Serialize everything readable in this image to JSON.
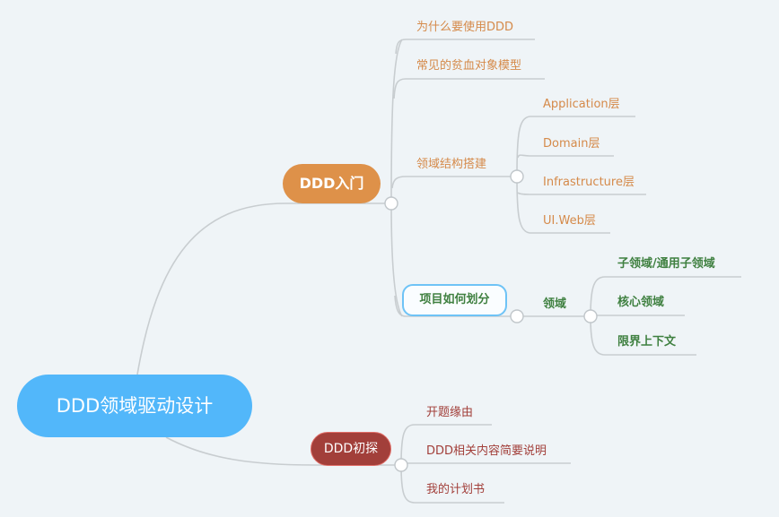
{
  "root": {
    "label": "DDD领域驱动设计"
  },
  "branch_intro": {
    "label": "DDD入门",
    "children": {
      "why": "为什么要使用DDD",
      "anemic": "常见的贫血对象模型",
      "structure": {
        "label": "领域结构搭建",
        "children": [
          "Application层",
          "Domain层",
          "Infrastructure层",
          "UI.Web层"
        ]
      },
      "project": {
        "label": "项目如何划分",
        "domain": {
          "label": "领域",
          "children": [
            "子领域/通用子领域",
            "核心领域",
            "限界上下文"
          ]
        }
      }
    }
  },
  "branch_first": {
    "label": "DDD初探",
    "children": [
      "开题缘由",
      "DDD相关内容简要说明",
      "我的计划书"
    ]
  },
  "colors": {
    "background": "#eff4f7",
    "root": "#52b7fa",
    "intro": "#de9149",
    "first": "#a23f3a",
    "green_text": "#3f8040",
    "orange_text": "#d58a4a",
    "connector": "#c8cdd0"
  }
}
